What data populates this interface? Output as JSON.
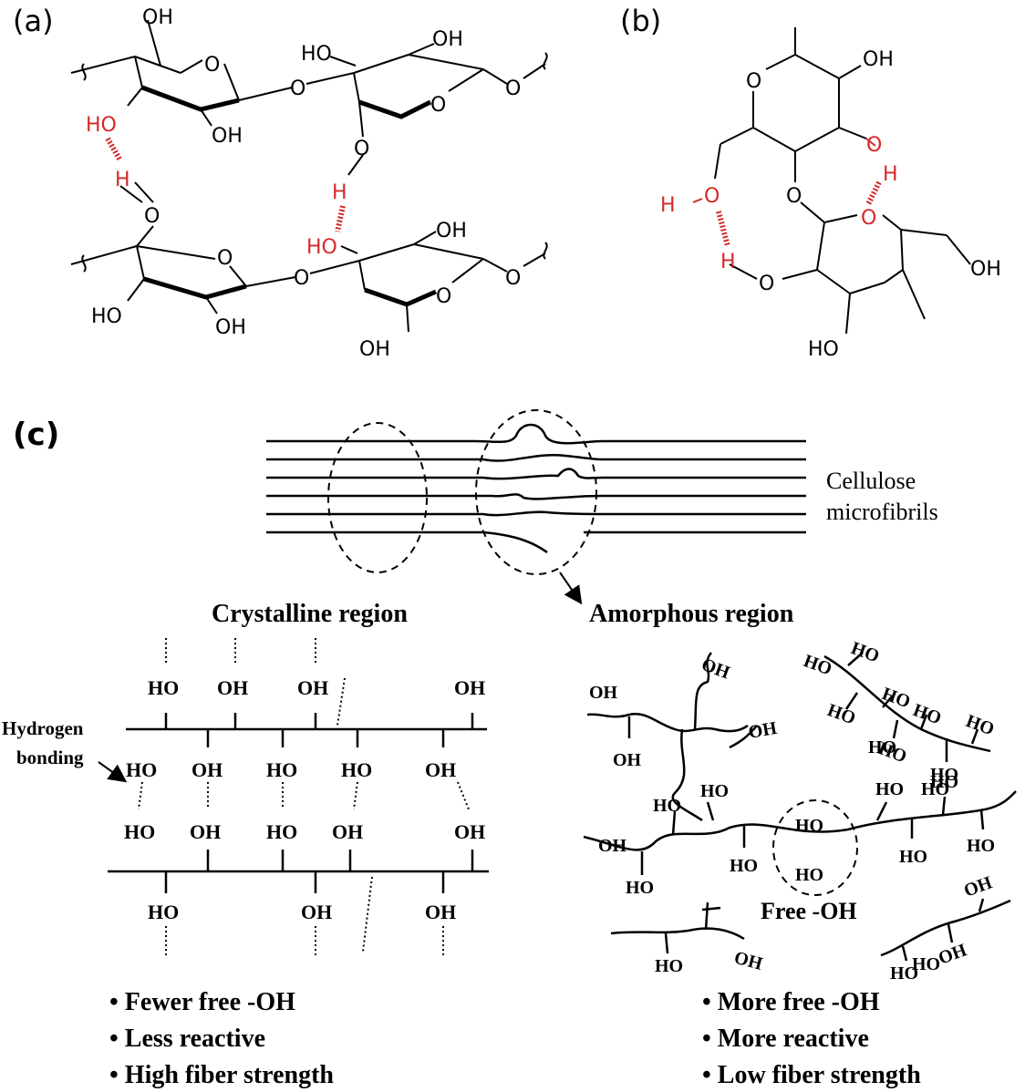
{
  "panels": {
    "a": "(a)",
    "b": "(b)",
    "c": "(c)"
  },
  "panel_a": {
    "top_ring1_oh_top": "OH",
    "top_ring1_oh_left": "HO",
    "top_ring1_h": "H",
    "top_ring1_oh_bottom": "OH",
    "top_ring1_o": "O",
    "top_bridge_o": "O",
    "top_ring2_ho": "HO",
    "top_ring2_oh": "OH",
    "top_ring2_o": "O",
    "top_ring2_o_right": "O",
    "top_ring2_ch2o": "O",
    "top_ring2_h": "H",
    "bottom_ring1_o_top": "O",
    "bottom_ring1_o": "O",
    "bottom_ring1_ho": "HO",
    "bottom_ring1_oh": "OH",
    "bottom_bridge_o": "O",
    "bottom_ring2_ho": "HO",
    "bottom_ring2_oh": "OH",
    "bottom_ring2_o": "O",
    "bottom_ring2_o_right": "O",
    "bottom_ring2_oh_bottom": "OH"
  },
  "panel_b": {
    "o_ring_top": "O",
    "oh_top_right": "OH",
    "o_red_right": "O",
    "h_red_right": "H",
    "o_bridge": "O",
    "o_red_ring2": "O",
    "h_o_left_h": "H",
    "h_o_left_o": "O",
    "h_red_lower": "H",
    "o_lower": "O",
    "oh_right": "OH",
    "ho_bottom": "HO"
  },
  "panel_c": {
    "microfibrils_label_line1": "Cellulose",
    "microfibrils_label_line2": "microfibrils",
    "crystalline_title": "Crystalline region",
    "amorphous_title": "Amorphous region",
    "hydrogen_label_line1": "Hydrogen",
    "hydrogen_label_line2": "bonding",
    "crystalline_row1": [
      "HO",
      "OH",
      "OH",
      "OH"
    ],
    "crystalline_row2": [
      "HO",
      "OH",
      "HO",
      "HO",
      "OH"
    ],
    "crystalline_row3": [
      "HO",
      "OH",
      "HO",
      "OH",
      "OH"
    ],
    "crystalline_row4": [
      "HO",
      "OH",
      "OH"
    ],
    "amorphous_groups": [
      "OH",
      "OH",
      "OH",
      "OH",
      "HO",
      "HO",
      "HO",
      "HO",
      "HO",
      "HO",
      "HO",
      "HO",
      "HO",
      "HO",
      "HO",
      "HO",
      "HO",
      "HO",
      "OH",
      "HO",
      "HO",
      "HO",
      "HO",
      "HO",
      "HO",
      "OH",
      "OH",
      "HO",
      "OH"
    ],
    "free_oh_label": "Free -OH",
    "free_oh_group1": "HO",
    "free_oh_group2": "HO",
    "crystalline_bullets": [
      "• Fewer free -OH",
      "• Less reactive",
      "• High fiber strength"
    ],
    "amorphous_bullets": [
      "• More free -OH",
      "• More reactive",
      "• Low fiber strength"
    ]
  }
}
